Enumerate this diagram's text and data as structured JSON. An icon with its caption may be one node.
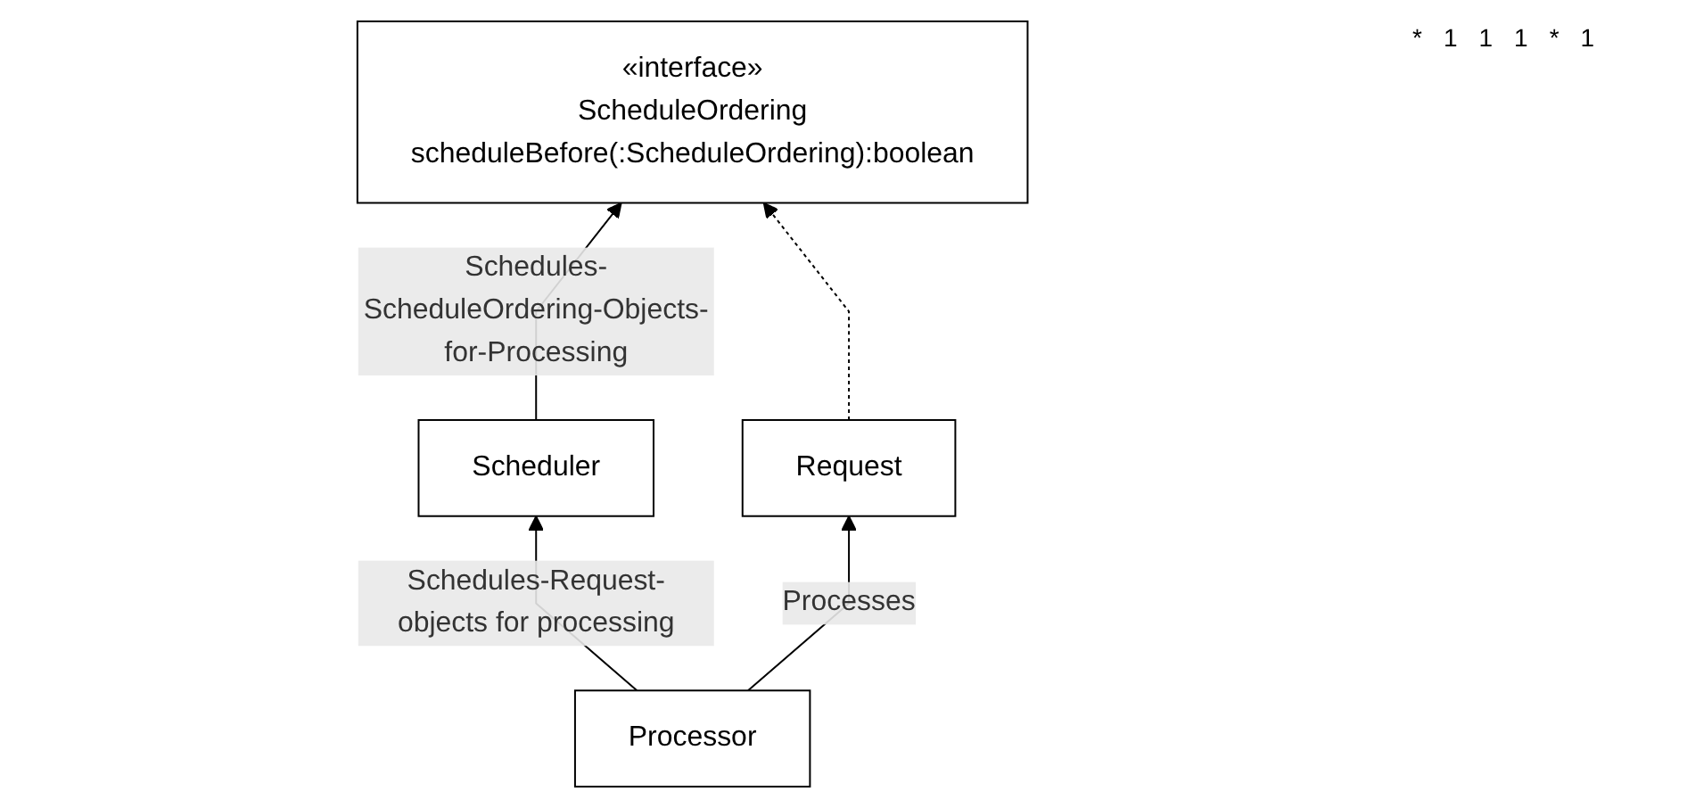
{
  "diagram": {
    "nodes": [
      {
        "text": [
          "«interface»",
          "ScheduleOrdering",
          "scheduleBefore(:ScheduleOrdering):boolean"
        ]
      },
      {
        "text": [
          "Scheduler"
        ]
      },
      {
        "text": [
          "Request"
        ]
      },
      {
        "text": [
          "Processor"
        ]
      }
    ],
    "edges": [
      {
        "from": 1,
        "to": 0,
        "arrow": "to",
        "label": "Schedules-ScheduleOrdering-Objects-for-Processing"
      },
      {
        "from": 2,
        "to": 0,
        "arrow": "to",
        "style": "dashed"
      },
      {
        "from": 3,
        "to": 1,
        "arrow": "to",
        "label": "Schedules-Request-objects for processing"
      },
      {
        "from": 3,
        "to": 2,
        "arrow": "to",
        "label": "Processes"
      }
    ],
    "labels": [
      "*",
      "1",
      "1",
      "1",
      "*",
      "1"
    ]
  }
}
